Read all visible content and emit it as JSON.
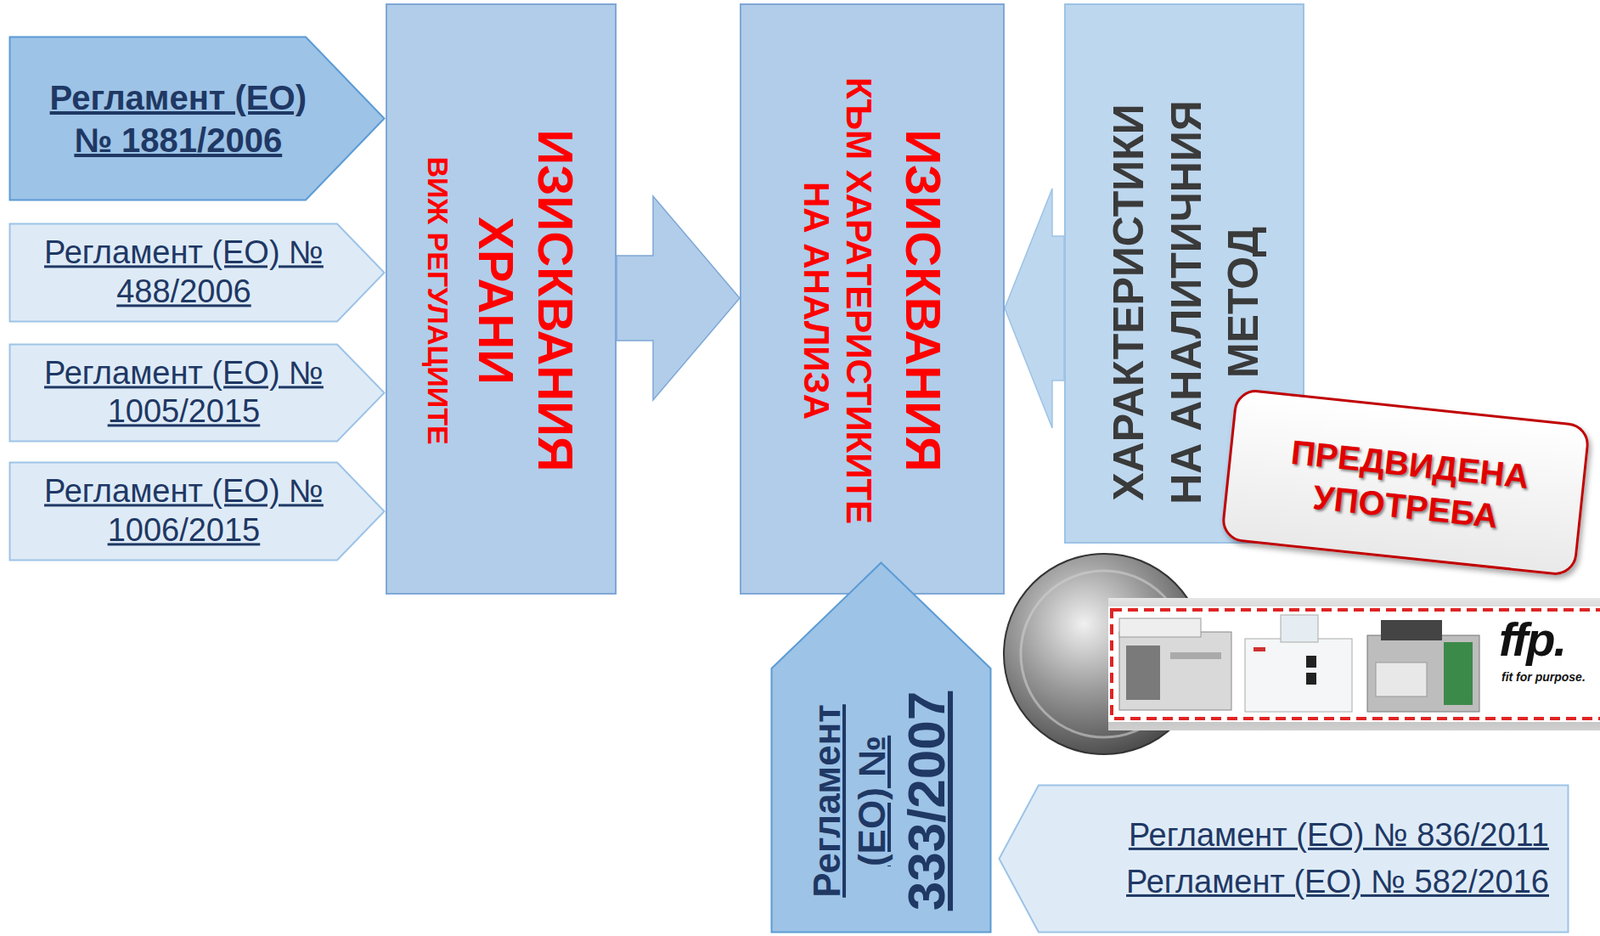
{
  "diagram": {
    "nodes": [
      {
        "text": [
          "Регламент (ЕО) № 1881/2006"
        ]
      },
      {
        "text": [
          "Регламент (ЕО) № 488/2006"
        ]
      },
      {
        "text": [
          "Регламент (ЕО) № 1005/2015"
        ]
      },
      {
        "text": [
          "Регламент (ЕО) № 1006/2015"
        ]
      },
      {
        "text": [
          "ИЗИСКВАНИЯ ХРАНИ",
          "ВИЖ РЕГУЛАЦИИТЕ"
        ]
      },
      {
        "text": [
          "ИЗИСКВАНИЯ",
          "КЪМ ХАРАТЕРИСТИКИТЕ НА АНАЛИЗА"
        ]
      },
      {
        "text": [
          "ХАРАКТЕРИСТИКИ НА АНАЛИТИЧНИЯ МЕТОД"
        ]
      },
      {
        "text": [
          "ПРЕДВИДЕНА УПОТРЕБА"
        ]
      },
      {
        "text": [
          "Регламент (ЕО) №",
          "333/2007"
        ]
      },
      {
        "text": [
          "Регламент (ЕО) № 836/2011",
          "Регламент (ЕО) № 582/2016"
        ]
      }
    ],
    "edges": [
      {
        "from": 4,
        "to": 5,
        "arrow": "to"
      },
      {
        "from": 6,
        "to": 5,
        "arrow": "to"
      }
    ],
    "labels": [
      "ffp.",
      "fit for purpose."
    ]
  }
}
